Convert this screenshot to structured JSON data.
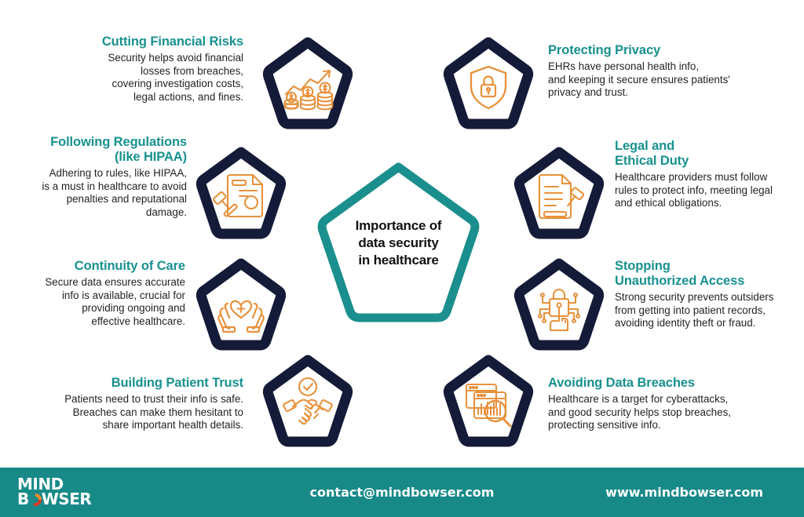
{
  "colors": {
    "teal": "#18918f",
    "navy": "#141b38",
    "orange": "#e8913c",
    "body_text": "#231f20",
    "footer_bg": "#178a88",
    "white": "#ffffff"
  },
  "center": {
    "label": "Importance of\ndata security\nin healthcare"
  },
  "items": [
    {
      "id": "cutting-financial-risks",
      "side": "left",
      "title": "Cutting Financial Risks",
      "desc": "Security helps avoid financial\nlosses from breaches,\ncovering investigation costs,\nlegal actions, and fines.",
      "icon": "money-growth-icon"
    },
    {
      "id": "following-regulations",
      "side": "left",
      "title": "Following Regulations\n(like HIPAA)",
      "desc": "Adhering to rules, like HIPAA,\nis a must in healthcare to avoid\npenalties and reputational\ndamage.",
      "icon": "document-gavel-icon"
    },
    {
      "id": "continuity-of-care",
      "side": "left",
      "title": "Continuity of Care",
      "desc": "Secure data ensures accurate\ninfo is available, crucial for\nproviding ongoing and\neffective healthcare.",
      "icon": "hands-heart-care-icon"
    },
    {
      "id": "building-patient-trust",
      "side": "left",
      "title": "Building Patient Trust",
      "desc": "Patients need to trust their info is safe.\nBreaches can make them hesitant to\nshare important health details.",
      "icon": "handshake-check-icon"
    },
    {
      "id": "protecting-privacy",
      "side": "right",
      "title": "Protecting Privacy",
      "desc": "EHRs have personal health info,\nand keeping it secure ensures patients'\nprivacy and trust.",
      "icon": "shield-lock-icon"
    },
    {
      "id": "legal-and-ethical-duty",
      "side": "right",
      "title": "Legal and\nEthical Duty",
      "desc": "Healthcare providers must follow\nrules to protect info, meeting legal\nand ethical obligations.",
      "icon": "legal-document-gavel-icon"
    },
    {
      "id": "stopping-unauthorized-access",
      "side": "right",
      "title": "Stopping\nUnauthorized Access",
      "desc": "Strong security prevents outsiders\nfrom getting into patient records,\navoiding identity theft or fraud.",
      "icon": "cyber-lock-hand-icon"
    },
    {
      "id": "avoiding-data-breaches",
      "side": "right",
      "title": "Avoiding Data Breaches",
      "desc": "Healthcare is a target for cyberattacks,\nand good security helps stop breaches,\nprotecting sensitive info.",
      "icon": "data-analysis-magnifier-icon"
    }
  ],
  "footer": {
    "logo_line1": "MIND",
    "logo_b": "B",
    "logo_wser": "WSER",
    "email": "contact@mindbowser.com",
    "website": "www.mindbowser.com"
  }
}
